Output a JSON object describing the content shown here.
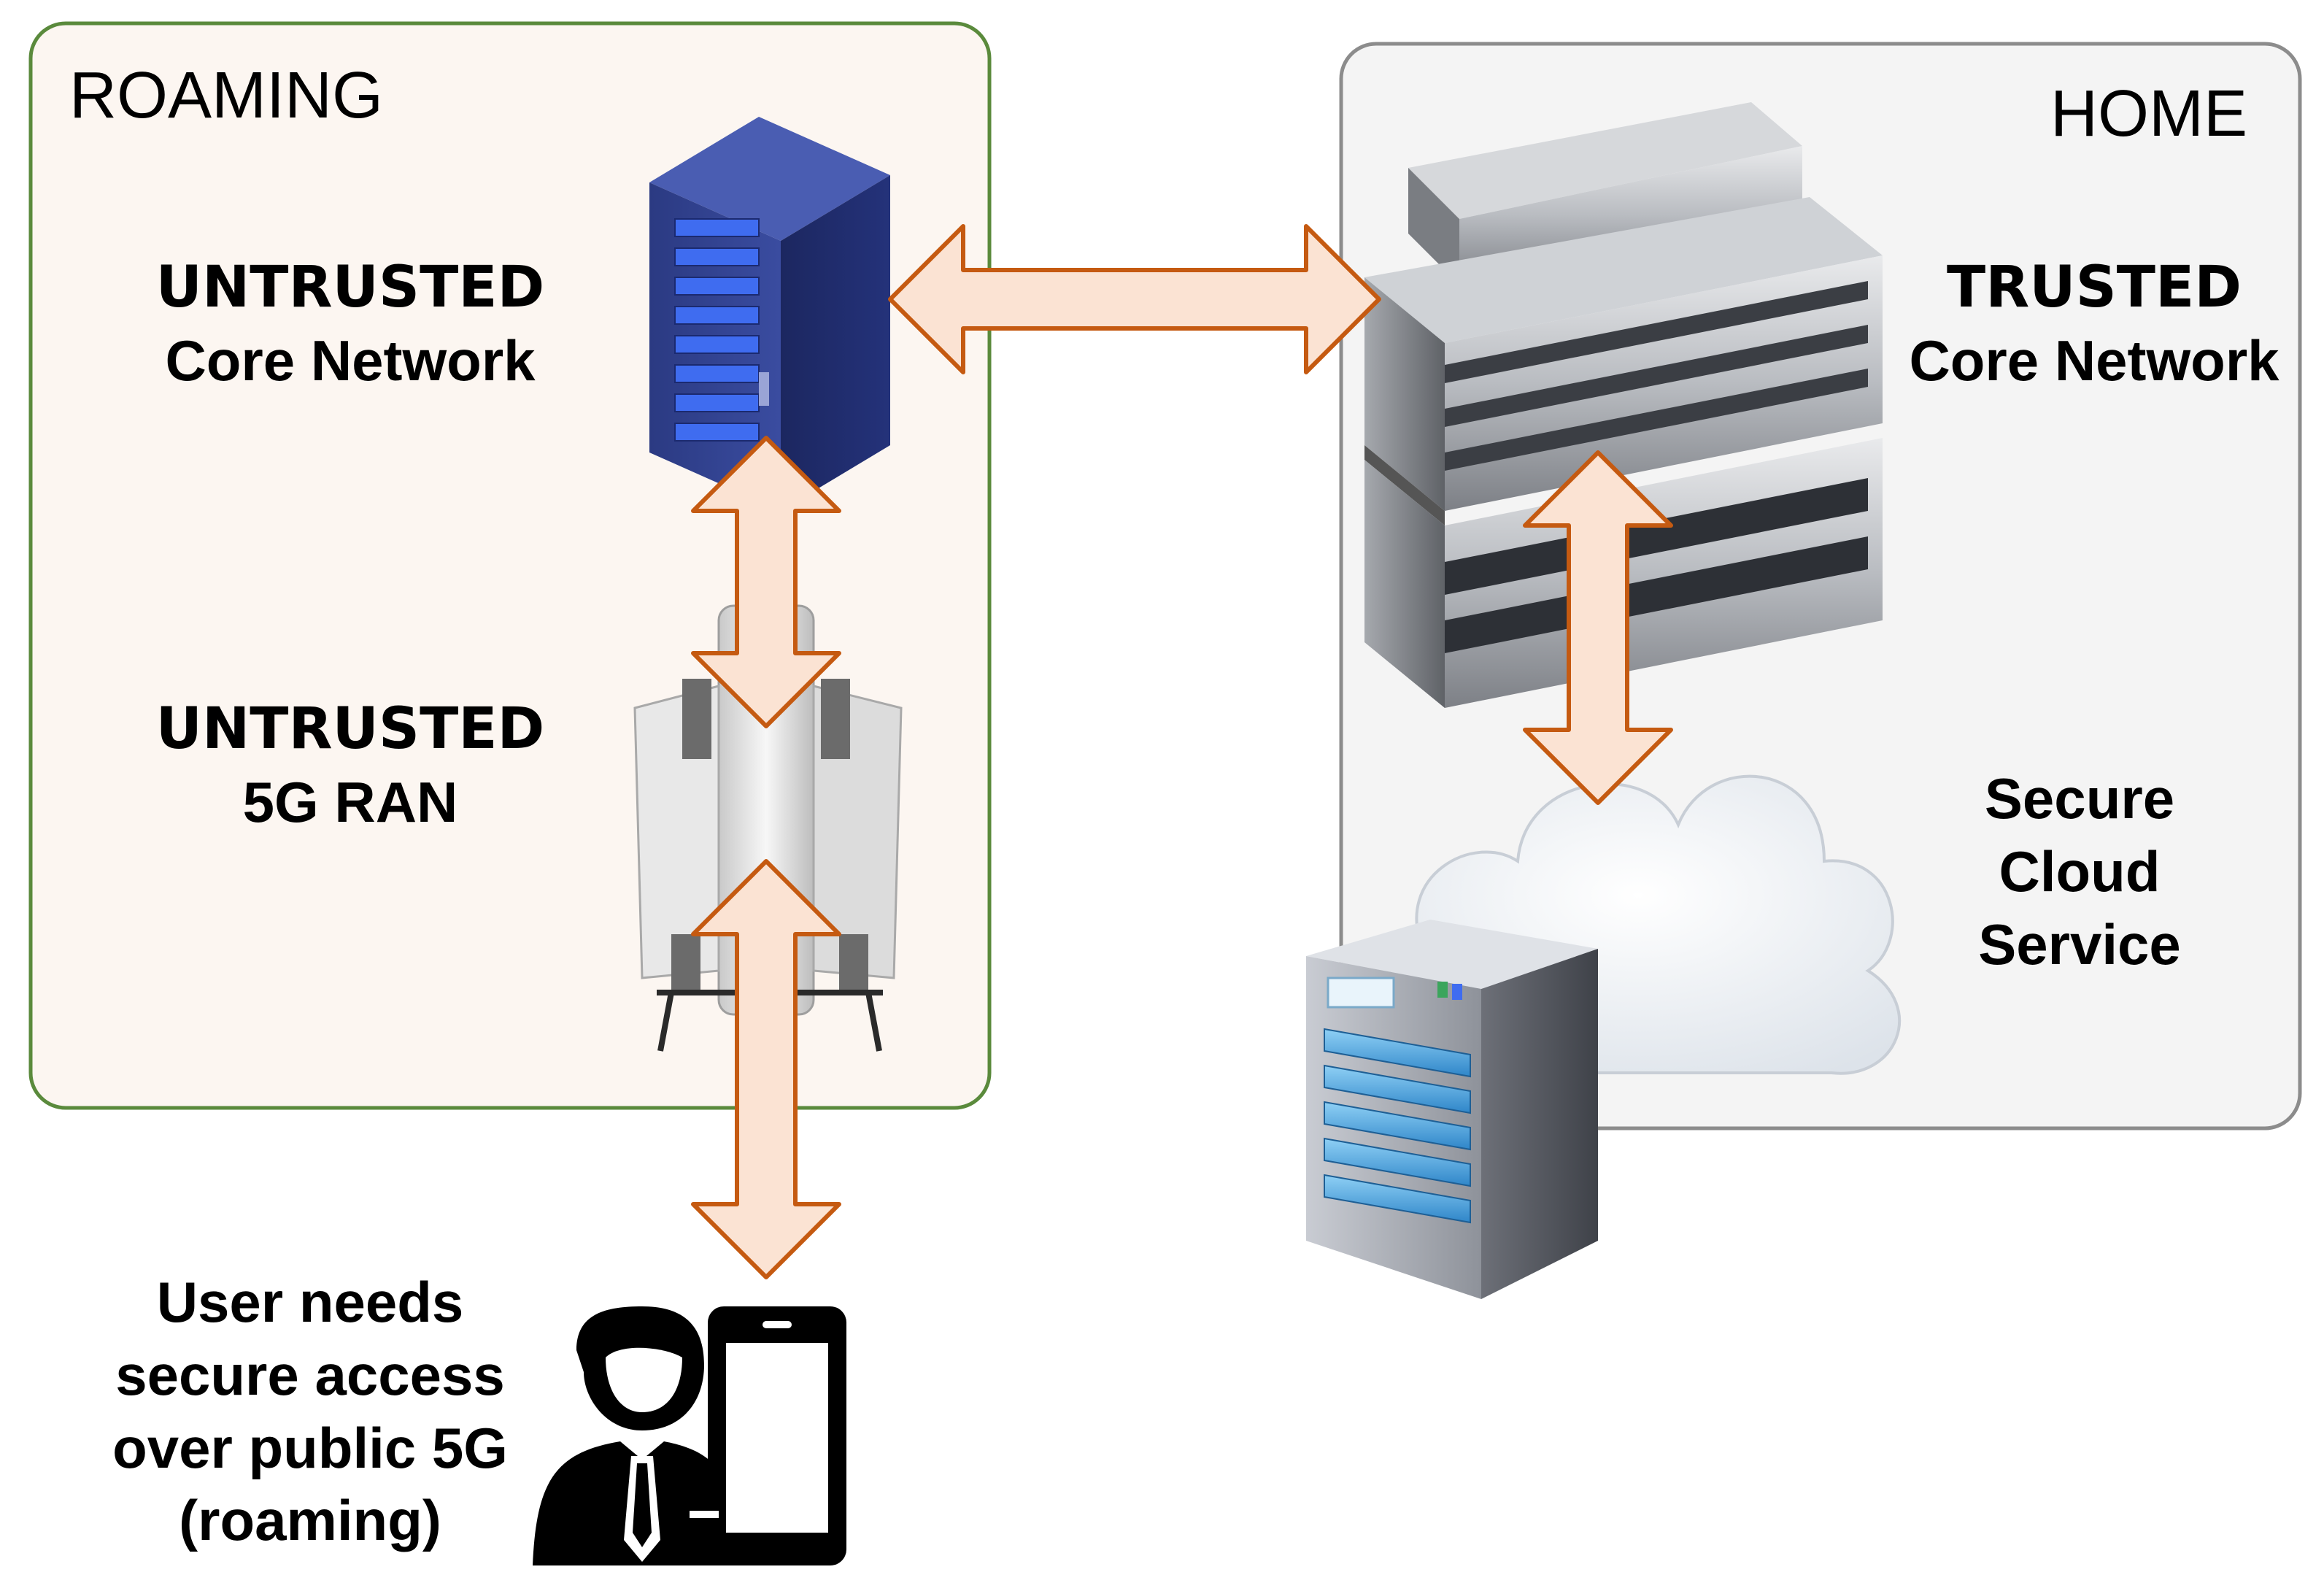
{
  "panels": {
    "roaming": {
      "title": "ROAMING",
      "border": "#5a8a3c",
      "fill": "#fcf6f1"
    },
    "home": {
      "title": "HOME",
      "border": "#8c8c8c",
      "fill": "#f4f4f4"
    }
  },
  "labels": {
    "untrusted_core": {
      "line1": "UNTRUSTED",
      "line2": "Core Network"
    },
    "untrusted_ran": {
      "line1": "UNTRUSTED",
      "line2": "5G RAN"
    },
    "trusted_core": {
      "line1": "TRUSTED",
      "line2": "Core Network"
    },
    "cloud": {
      "line1": "Secure",
      "line2": "Cloud",
      "line3": "Service"
    },
    "user": {
      "line1": "User needs",
      "line2": "secure access",
      "line3": "over public 5G",
      "line4": "(roaming)"
    }
  },
  "colors": {
    "arrow_stroke": "#c55a11",
    "arrow_fill": "#fbe3d3",
    "rack_blue": "#2f3f86",
    "server_gray": "#9a9da3",
    "cloud_fill": "#ffffff"
  },
  "icons": {
    "untrusted_core": "server-rack-icon",
    "ran": "antenna-icon",
    "trusted_core": "server-stack-icon",
    "cloud": "cloud-icon",
    "cloud_server": "server-tower-icon",
    "user": "user-icon",
    "phone": "smartphone-icon"
  }
}
